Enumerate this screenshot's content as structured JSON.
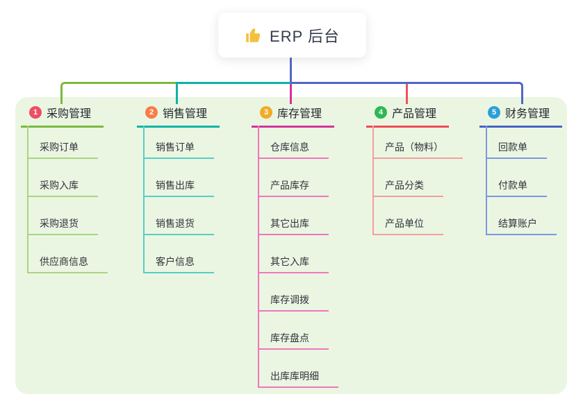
{
  "root": {
    "title": "ERP 后台",
    "icon": "thumbs-up-icon",
    "icon_color": "#f2c13d"
  },
  "colors": {
    "panel_bg": "#eaf6e2",
    "root_drop": "#5166c5",
    "bus_left": "#7cb93e",
    "bus_mid": "#0cb3a4",
    "bus_right": "#5166c5",
    "drop_inventory": "#d6309c",
    "drop_product": "#ef5361"
  },
  "branches": [
    {
      "num": "1",
      "label": "采购管理",
      "badge_color": "#ee4e63",
      "line_color": "#7cb93e",
      "child_line_color": "#a8d57f",
      "children": [
        "采购订单",
        "采购入库",
        "采购退货",
        "供应商信息"
      ]
    },
    {
      "num": "2",
      "label": "销售管理",
      "badge_color": "#f97c49",
      "line_color": "#0cb3a4",
      "child_line_color": "#56cec1",
      "children": [
        "销售订单",
        "销售出库",
        "销售退货",
        "客户信息"
      ]
    },
    {
      "num": "3",
      "label": "库存管理",
      "badge_color": "#f2ab26",
      "line_color": "#d4339d",
      "child_line_color": "#f175bc",
      "children": [
        "仓库信息",
        "产品库存",
        "其它出库",
        "其它入库",
        "库存调拨",
        "库存盘点",
        "出库库明细"
      ]
    },
    {
      "num": "4",
      "label": "产品管理",
      "badge_color": "#2eb854",
      "line_color": "#ef4a56",
      "child_line_color": "#f59da0",
      "children": [
        "产品（物料）",
        "产品分类",
        "产品单位"
      ]
    },
    {
      "num": "5",
      "label": "财务管理",
      "badge_color": "#2d9fd6",
      "line_color": "#4763c6",
      "child_line_color": "#7e97dd",
      "children": [
        "回款单",
        "付款单",
        "结算账户"
      ]
    }
  ]
}
